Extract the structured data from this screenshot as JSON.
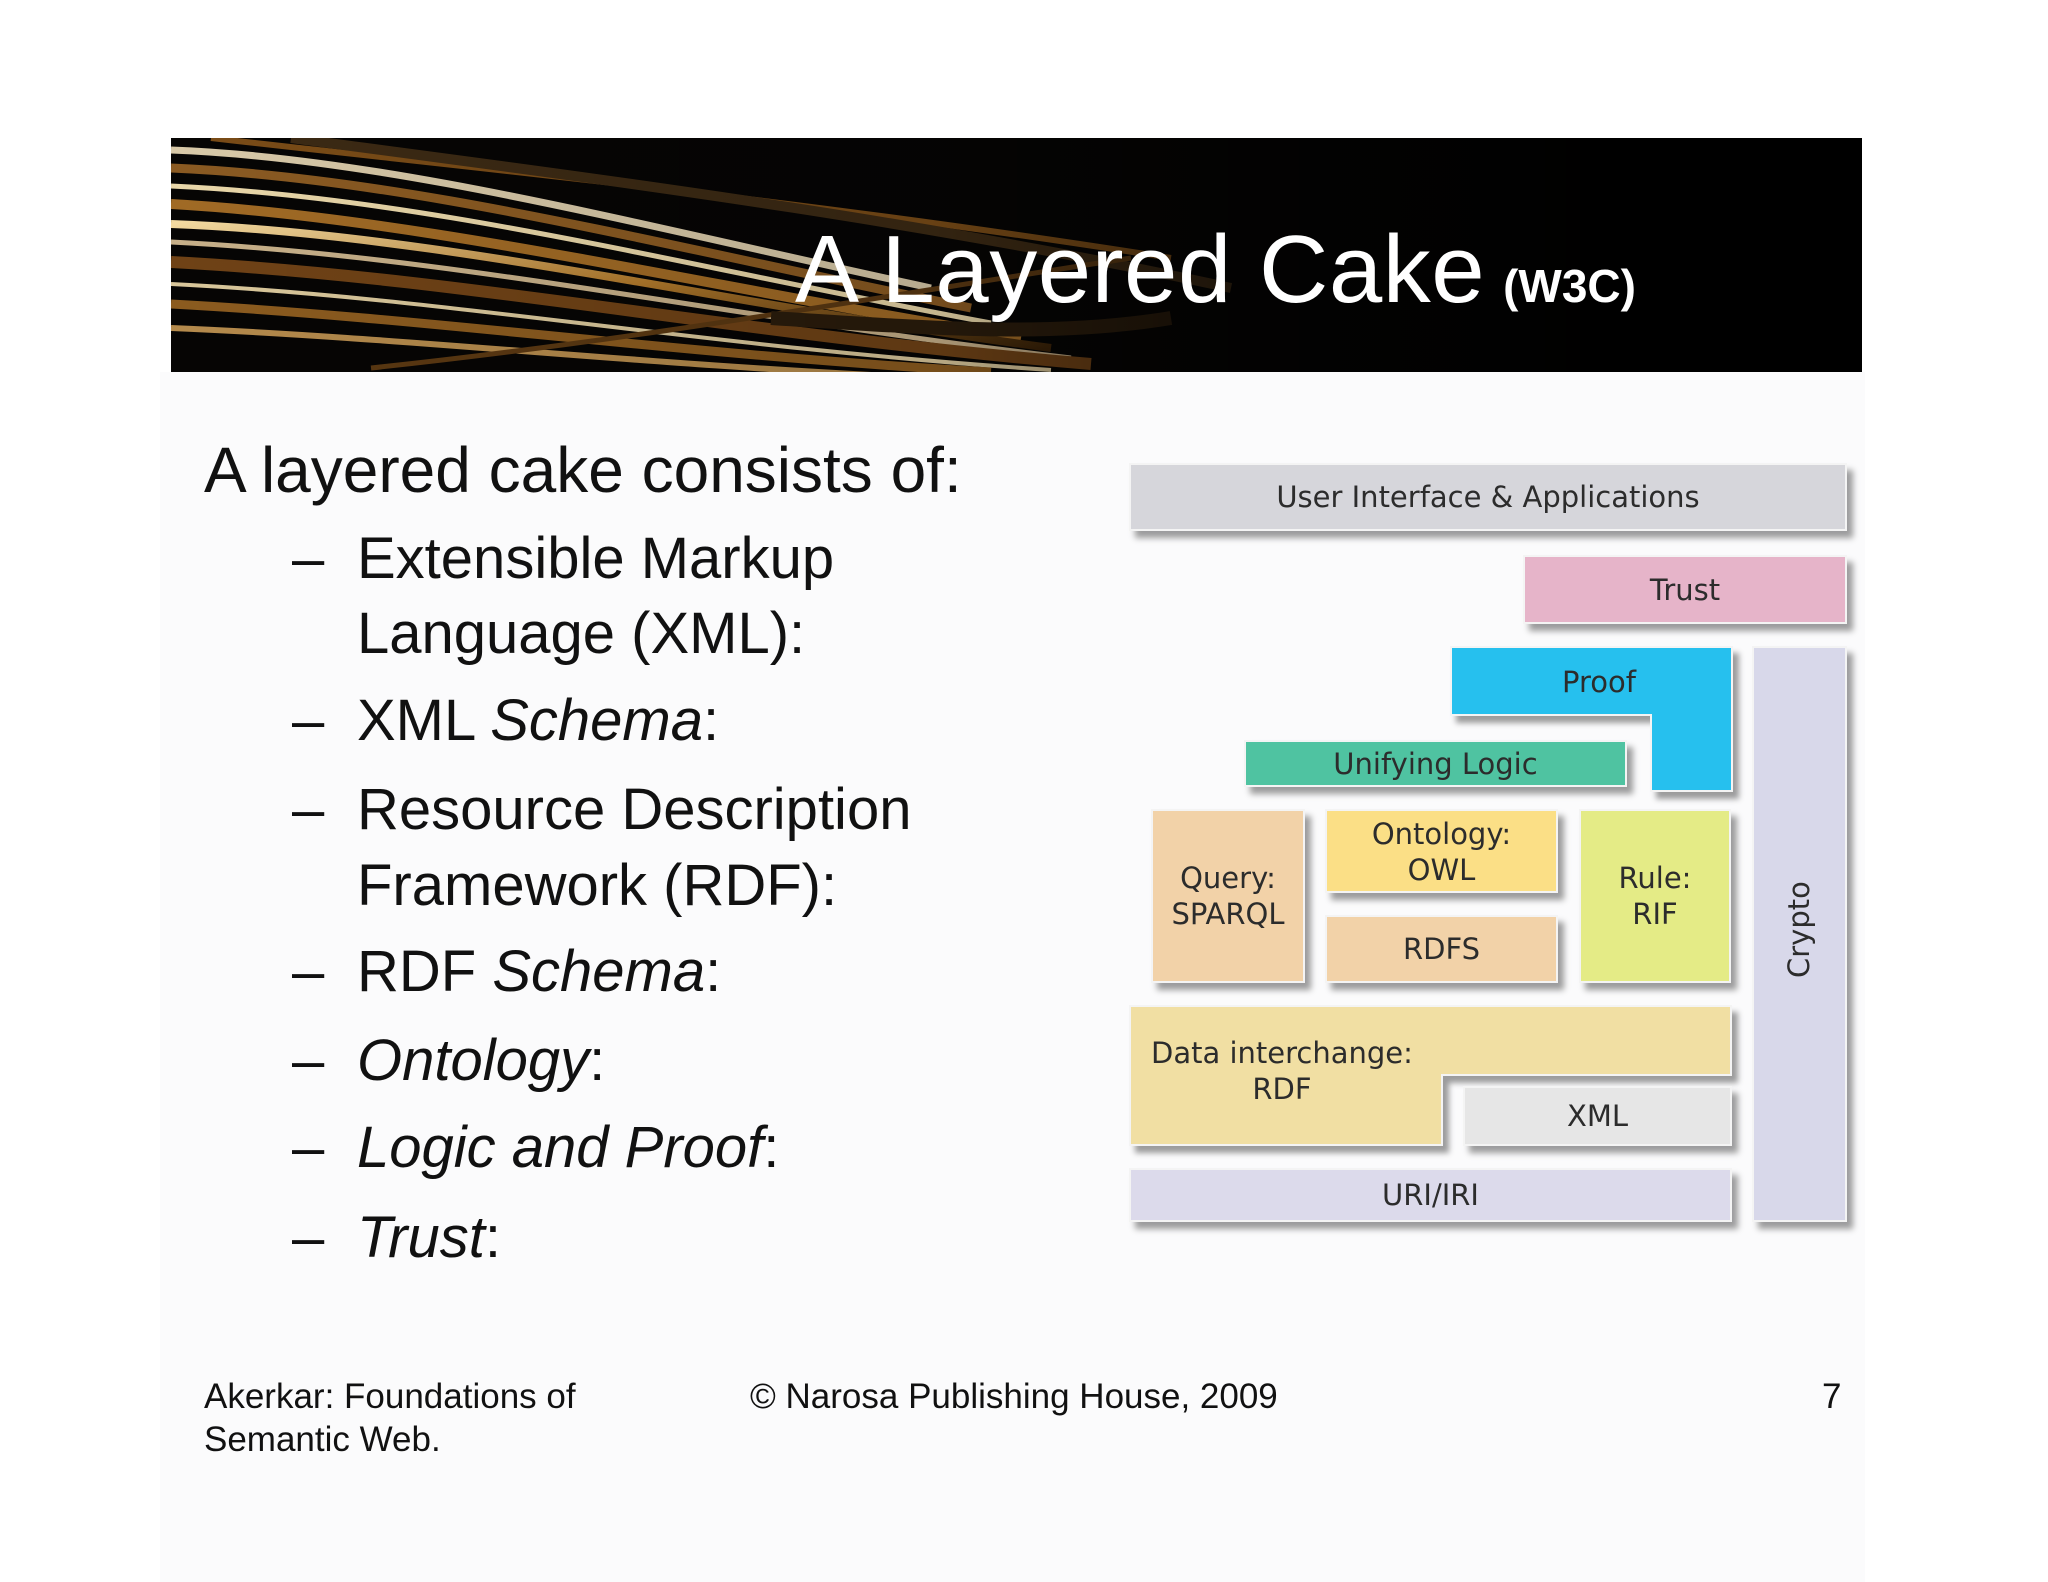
{
  "slide": {
    "title": "A Layered Cake",
    "title_tag": "(W3C)",
    "heading": "A layered cake consists of:",
    "bullets": [
      {
        "dash": "–",
        "lines": [
          [
            {
              "t": "Extensible Markup",
              "i": false
            }
          ],
          [
            {
              "t": "Language (XML):",
              "i": false
            }
          ]
        ]
      },
      {
        "dash": "–",
        "lines": [
          [
            {
              "t": "XML ",
              "i": false
            },
            {
              "t": "Schema",
              "i": true
            },
            {
              "t": ":",
              "i": false
            }
          ]
        ]
      },
      {
        "dash": "–",
        "lines": [
          [
            {
              "t": "Resource Description",
              "i": false
            }
          ],
          [
            {
              "t": "Framework (RDF):",
              "i": false
            }
          ]
        ]
      },
      {
        "dash": "–",
        "lines": [
          [
            {
              "t": "RDF ",
              "i": false
            },
            {
              "t": "Schema",
              "i": true
            },
            {
              "t": ":",
              "i": false
            }
          ]
        ]
      },
      {
        "dash": "–",
        "lines": [
          [
            {
              "t": "Ontology",
              "i": true
            },
            {
              "t": ":",
              "i": false
            }
          ]
        ]
      },
      {
        "dash": "–",
        "lines": [
          [
            {
              "t": "Logic and Proof",
              "i": true
            },
            {
              "t": ":",
              "i": false
            }
          ]
        ]
      },
      {
        "dash": "–",
        "lines": [
          [
            {
              "t": "Trust",
              "i": true
            },
            {
              "t": ":",
              "i": false
            }
          ]
        ]
      }
    ]
  },
  "diagram": {
    "layers": {
      "user_interface": {
        "label": "User Interface & Applications",
        "color": "#d6d6db"
      },
      "trust": {
        "label": "Trust",
        "color": "#e6b4c9"
      },
      "proof": {
        "label": "Proof",
        "color": "#27c0ee"
      },
      "unifying_logic": {
        "label": "Unifying Logic",
        "color": "#4fc3a1"
      },
      "query": {
        "label_lines": [
          "Query:",
          "SPARQL"
        ],
        "color": "#f2d2a8"
      },
      "ontology": {
        "label_lines": [
          "Ontology:",
          "OWL"
        ],
        "color": "#fbdf86"
      },
      "rdfs": {
        "label": "RDFS",
        "color": "#f2d2a8"
      },
      "rule": {
        "label_lines": [
          "Rule:",
          "RIF"
        ],
        "color": "#e4eb86"
      },
      "crypto": {
        "label": "Crypto",
        "color": "#d8d8ea"
      },
      "data_interchange": {
        "label_lines": [
          "Data interchange:",
          "RDF"
        ],
        "color": "#f1dfa3"
      },
      "xml": {
        "label": "XML",
        "color": "#e6e6e6"
      },
      "uri": {
        "label": "URI/IRI",
        "color": "#dcdaeb"
      }
    }
  },
  "footer": {
    "author_lines": [
      "Akerkar: Foundations of",
      "Semantic Web."
    ],
    "copyright": "© Narosa Publishing House, 2009",
    "page_number": "7"
  }
}
